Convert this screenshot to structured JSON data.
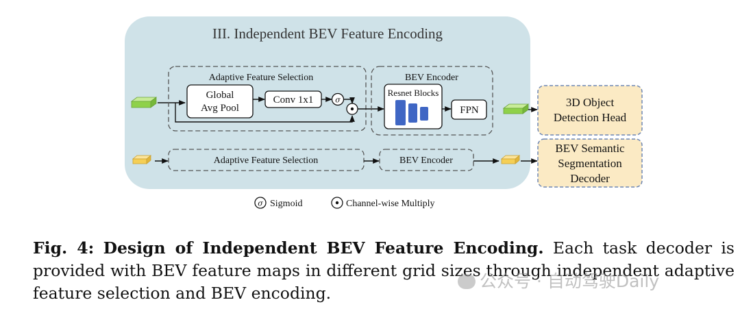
{
  "diagram": {
    "panel_title": "III. Independent BEV Feature Encoding",
    "top_branch": {
      "afs_label": "Adaptive Feature Selection",
      "global_avg_pool": [
        "Global",
        "Avg Pool"
      ],
      "conv": "Conv 1x1",
      "bev_encoder_label": "BEV Encoder",
      "resnet_blocks": "Resnet Blocks",
      "fpn": "FPN",
      "head": [
        "3D Object",
        "Detection Head"
      ]
    },
    "bottom_branch": {
      "afs_label": "Adaptive Feature Selection",
      "bev_encoder_label": "BEV Encoder",
      "decoder": [
        "BEV Semantic",
        "Segmentation",
        "Decoder"
      ]
    },
    "legend": {
      "sigmoid_symbol": "σ",
      "sigmoid": "Sigmoid",
      "channel_wise": "Channel-wise Multiply"
    },
    "colors": {
      "panel": "#cfe2e8",
      "head_fill": "#fbeac4",
      "head_border": "#6d86b3",
      "green_feature": "#8fd14a",
      "yellow_feature": "#f5cf55",
      "resnet_bars": "#3f66c4"
    }
  },
  "caption": {
    "label": "Fig. 4:",
    "title": "Design of Independent BEV Feature Encoding.",
    "text": "Each task decoder is provided with BEV feature maps in different grid sizes through independent adaptive feature selection and BEV encoding."
  },
  "watermark": {
    "text": "公众号 · 自动驾驶Daily",
    "icon": "wechat-icon"
  }
}
